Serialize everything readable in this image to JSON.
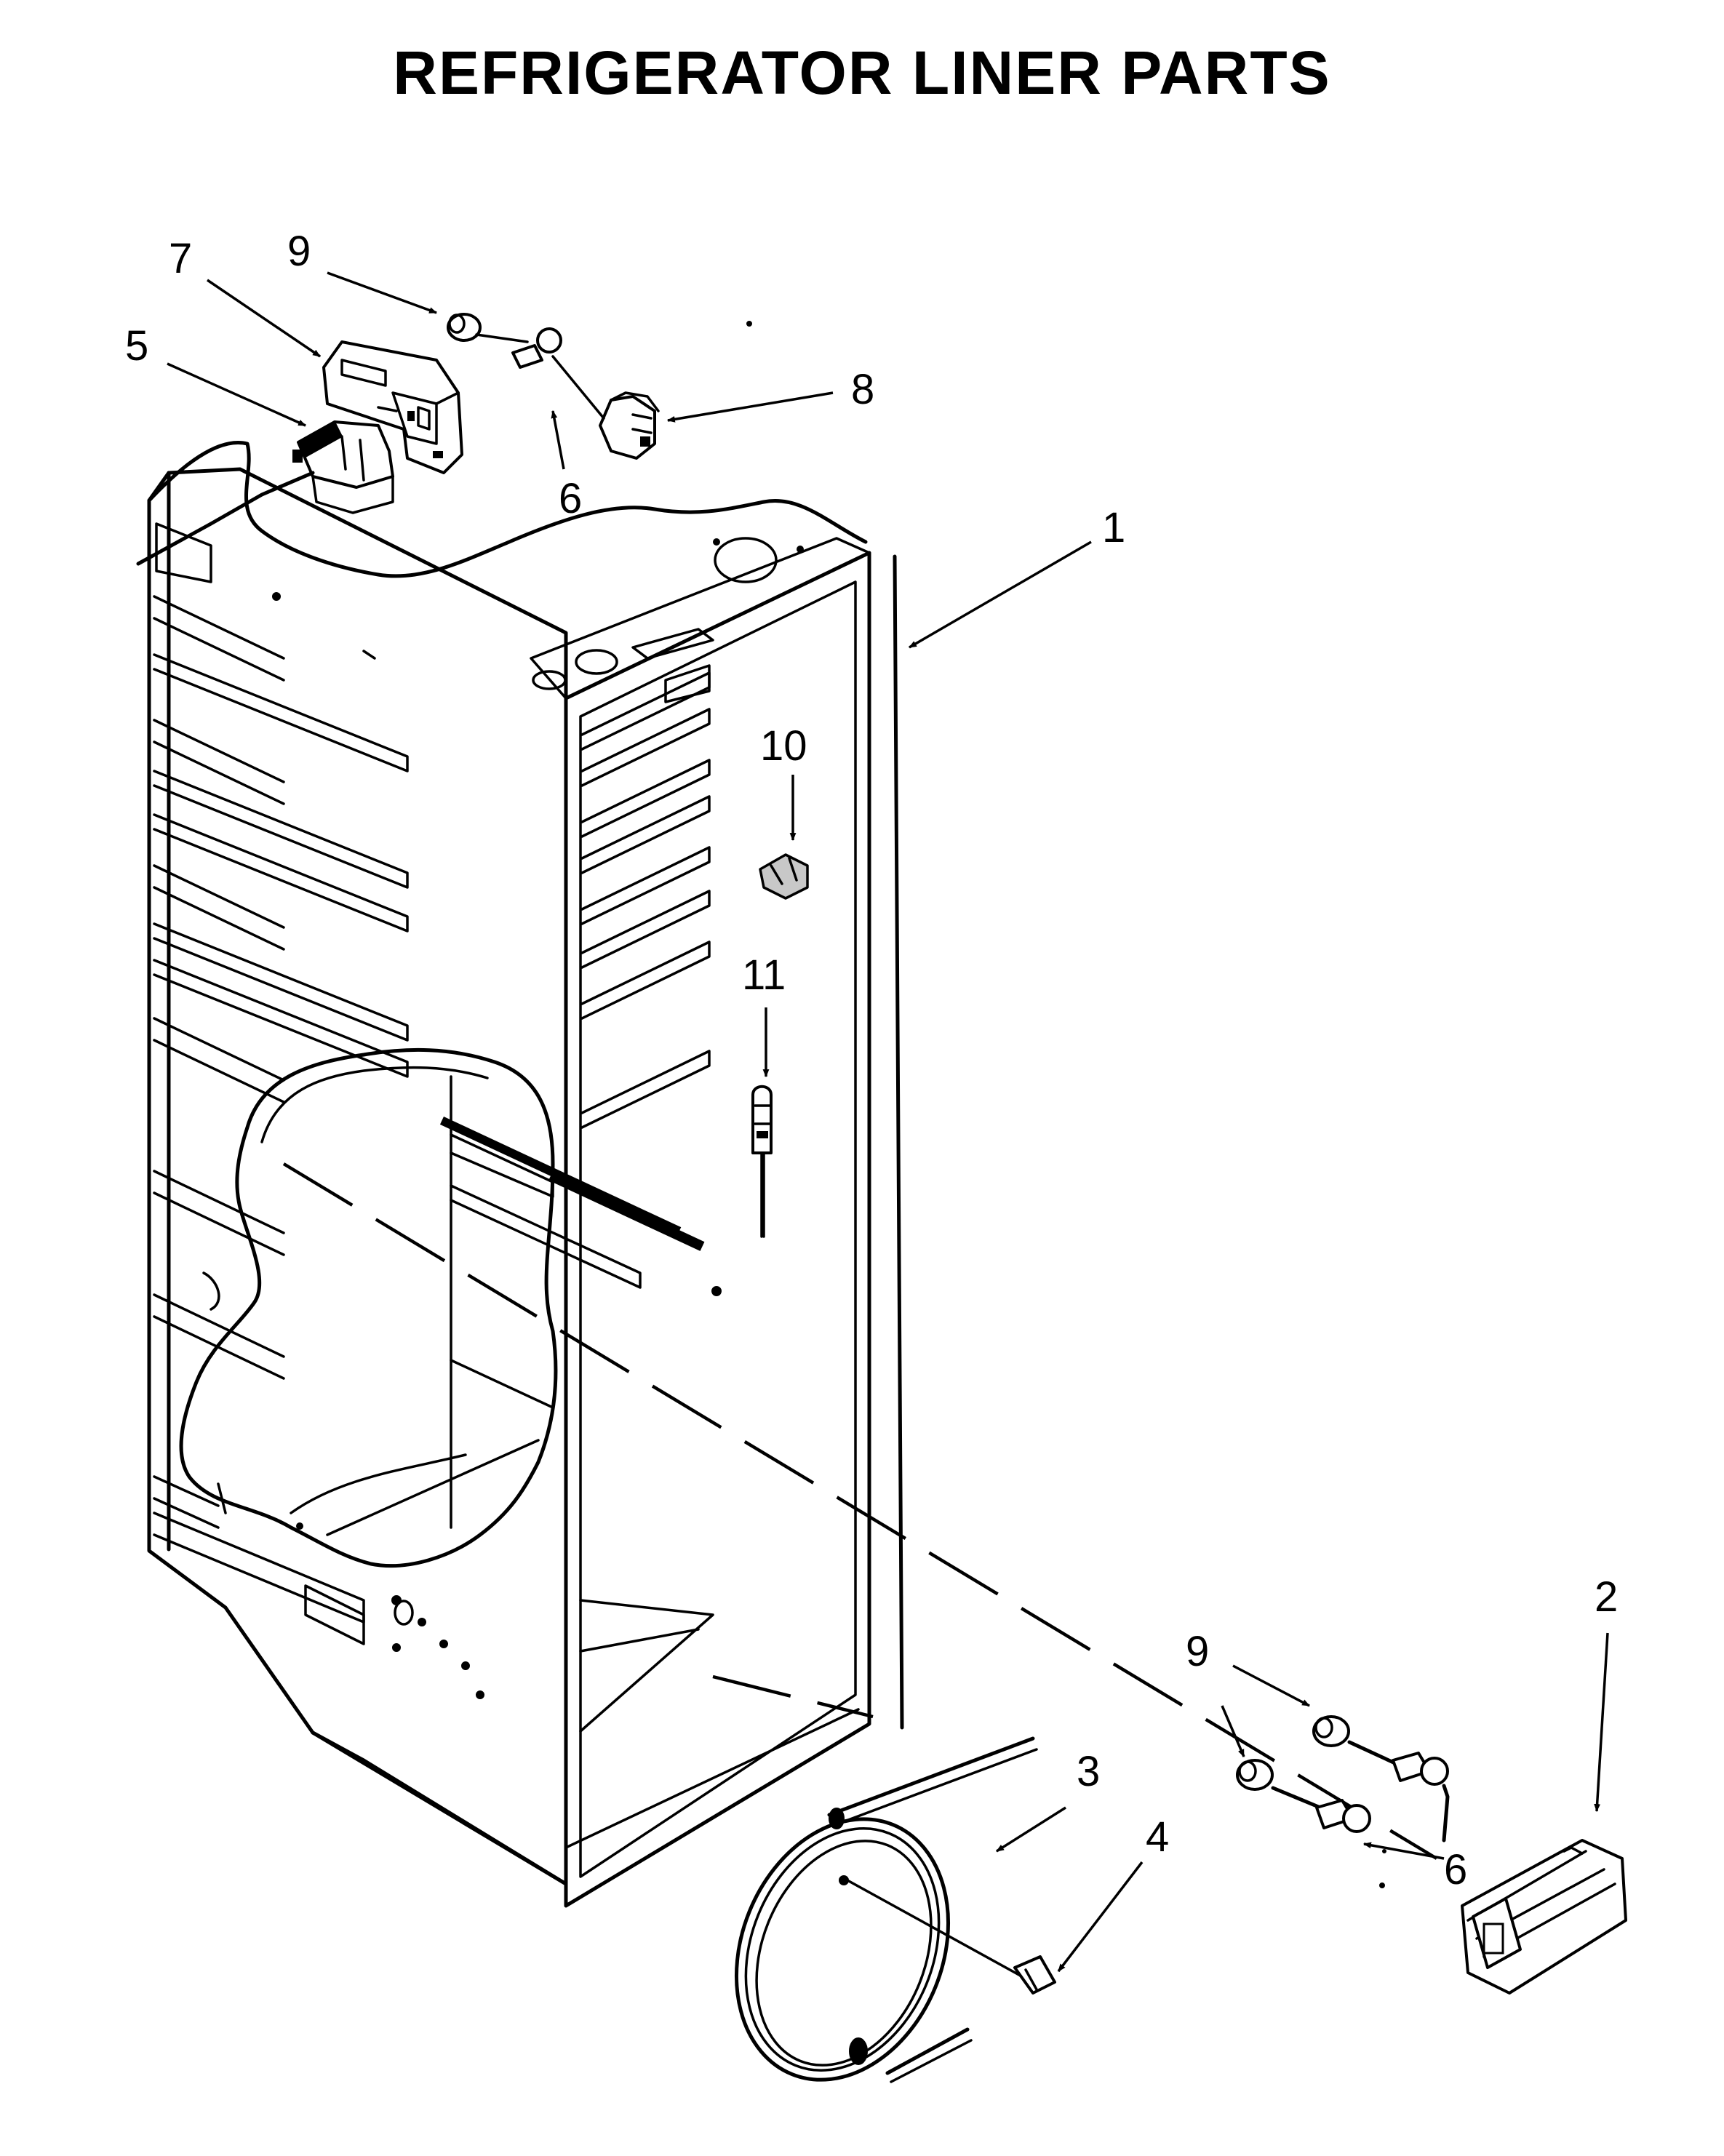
{
  "title": "REFRIGERATOR LINER PARTS",
  "callouts": [
    {
      "id": "callout-1",
      "label": "1"
    },
    {
      "id": "callout-2",
      "label": "2"
    },
    {
      "id": "callout-3",
      "label": "3"
    },
    {
      "id": "callout-4",
      "label": "4"
    },
    {
      "id": "callout-5",
      "label": "5"
    },
    {
      "id": "callout-6a",
      "label": "6"
    },
    {
      "id": "callout-6b",
      "label": "6"
    },
    {
      "id": "callout-7",
      "label": "7"
    },
    {
      "id": "callout-8",
      "label": "8"
    },
    {
      "id": "callout-9a",
      "label": "9"
    },
    {
      "id": "callout-9b",
      "label": "9"
    },
    {
      "id": "callout-10",
      "label": "10"
    },
    {
      "id": "callout-11",
      "label": "11"
    }
  ]
}
